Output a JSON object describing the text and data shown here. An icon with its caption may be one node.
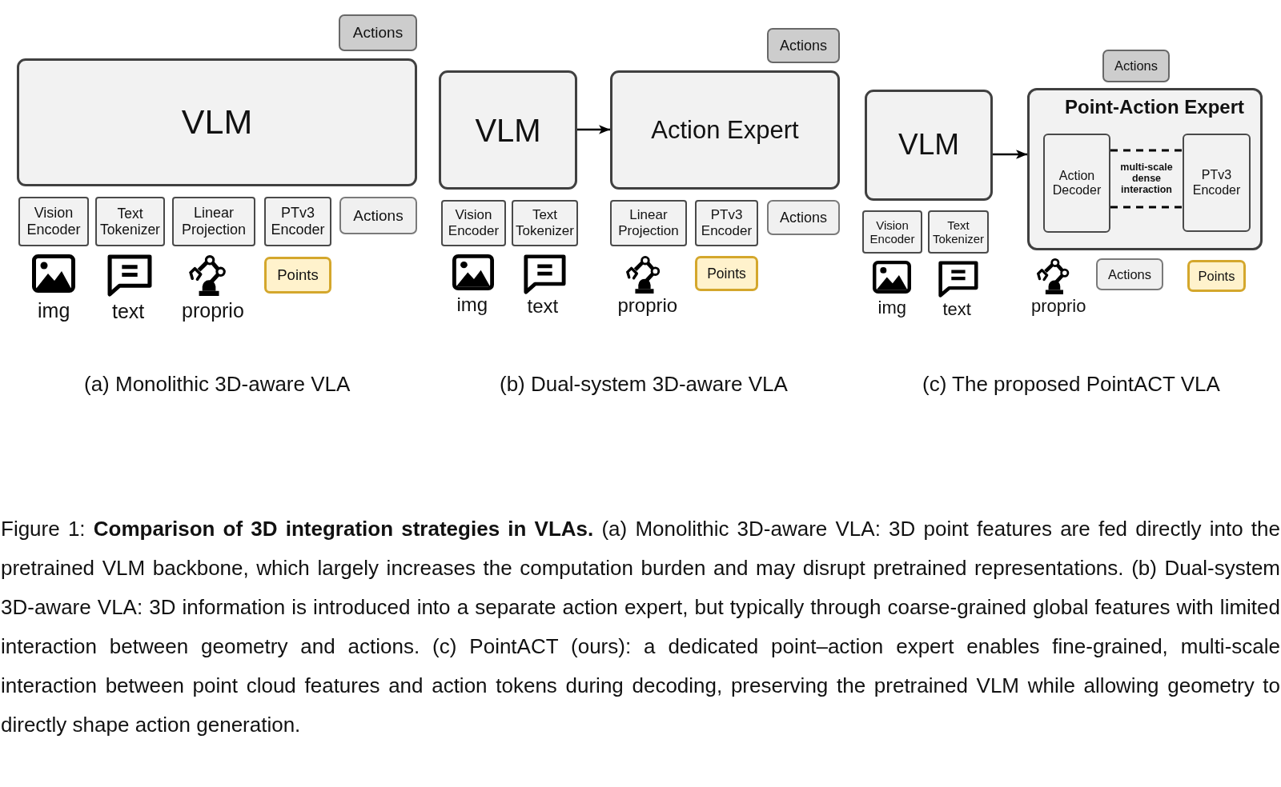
{
  "diagram": {
    "caption": "Figure 1: **Comparison of 3D integration strategies in VLAs.** (a) Monolithic 3D-aware VLA: 3D point features are fed directly into the pretrained VLM backbone, which largely increases the computation burden and may disrupt pretrained representations. (b) Dual-system 3D-aware VLA: 3D information is introduced into a separate action expert, but typically through coarse-grained global features with limited interaction between geometry and actions. (c) PointACT (ours): a dedicated point–action expert enables fine-grained, multi-scale interaction between point cloud features and action tokens during decoding, preserving the pretrained VLM while allowing geometry to directly shape action generation.",
    "nodes": [
      {
        "text": [
          "Actions"
        ]
      },
      {
        "text": [
          "VLM"
        ]
      },
      {
        "text": [
          "Vision Encoder"
        ]
      },
      {
        "text": [
          "Text Tokenizer"
        ]
      },
      {
        "text": [
          "Linear Projection"
        ]
      },
      {
        "text": [
          "PTv3 Encoder"
        ]
      },
      {
        "text": [
          "Actions"
        ]
      },
      {
        "text": [
          "Points"
        ]
      },
      {
        "text": [
          "Actions"
        ]
      },
      {
        "text": [
          "VLM"
        ]
      },
      {
        "text": [
          "Action Expert"
        ]
      },
      {
        "text": [
          "Vision Encoder"
        ]
      },
      {
        "text": [
          "Text Tokenizer"
        ]
      },
      {
        "text": [
          "Linear Projection"
        ]
      },
      {
        "text": [
          "PTv3 Encoder"
        ]
      },
      {
        "text": [
          "Actions"
        ]
      },
      {
        "text": [
          "Points"
        ]
      },
      {
        "text": [
          "Actions"
        ]
      },
      {
        "text": [
          "VLM"
        ]
      },
      {
        "text": [
          "Point-Action Expert"
        ]
      },
      {
        "text": [
          "Action Decoder"
        ],
        "in": 19
      },
      {
        "text": [
          "PTv3 Encoder"
        ],
        "in": 19
      },
      {
        "text": [
          "Vision Encoder"
        ]
      },
      {
        "text": [
          "Text Tokenizer"
        ]
      },
      {
        "text": [
          "Actions"
        ]
      },
      {
        "text": [
          "Points"
        ]
      }
    ],
    "edges": [
      {
        "from": 9,
        "to": 10,
        "arrow": "to"
      },
      {
        "from": 18,
        "to": 19,
        "arrow": "to"
      },
      {
        "from": 20,
        "to": 21,
        "arrow": "none",
        "style": "dashed"
      },
      {
        "from": 20,
        "to": 21,
        "arrow": "none",
        "style": "dashed"
      }
    ],
    "labels": [
      "img",
      "text",
      "proprio",
      "img",
      "text",
      "proprio",
      "multi-scale dense interaction",
      "img",
      "text",
      "proprio",
      "(a) Monolithic 3D-aware VLA",
      "(b) Dual-system 3D-aware VLA",
      "(c) The proposed PointACT VLA"
    ]
  }
}
